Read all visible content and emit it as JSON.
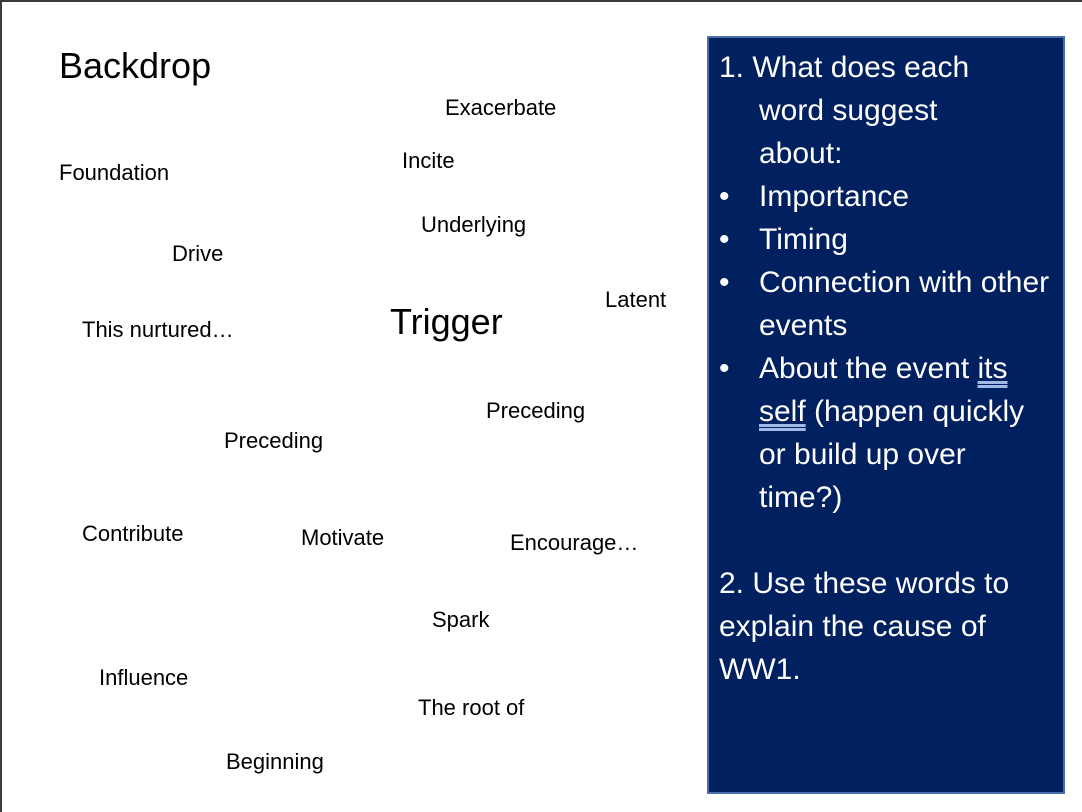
{
  "slide": {
    "heading": "Backdrop",
    "center_word": "Trigger",
    "words": {
      "exacerbate": "Exacerbate",
      "foundation": "Foundation",
      "incite": "Incite",
      "underlying": "Underlying",
      "drive": "Drive",
      "latent": "Latent",
      "this_nurtured": "This nurtured…",
      "preceding_right": "Preceding",
      "preceding_left": "Preceding",
      "contribute": "Contribute",
      "motivate": "Motivate",
      "encourage": "Encourage…",
      "spark": "Spark",
      "influence": "Influence",
      "the_root_of": "The root of",
      "beginning": "Beginning"
    }
  },
  "panel": {
    "q1_line1": "1. What does each",
    "q1_line2": "word suggest",
    "q1_line3": "about:",
    "bullet_glyph": "•",
    "bullets": {
      "importance": "Importance",
      "timing": "Timing",
      "connection": "Connection with other events",
      "event_prefix": "About the event ",
      "event_spell": "its self",
      "event_suffix": " (happen quickly or build up over time?)"
    },
    "q2": "2. Use these words to explain the cause of WW1."
  },
  "colors": {
    "panel_background": "#002060",
    "panel_border": "#4a6fa8",
    "panel_text": "#ffffff",
    "page_text": "#000000"
  }
}
